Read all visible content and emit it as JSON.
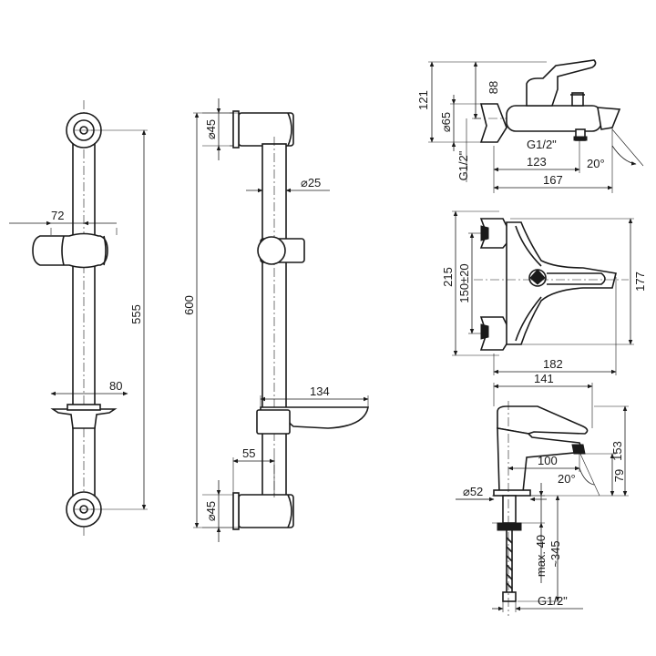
{
  "drawings": {
    "rail_front": {
      "width_72": "72",
      "soap_80": "80",
      "length_555": "555"
    },
    "rail_side": {
      "dia_45_top": "⌀45",
      "dia_25": "⌀25",
      "length_600": "600",
      "soap_134": "134",
      "offset_55": "55",
      "dia_45_bottom": "⌀45"
    },
    "bath_mixer_side": {
      "h_121": "121",
      "h_88": "88",
      "dia_65": "⌀65",
      "thread_g12_left": "G1/2\"",
      "thread_g12_right": "G1/2\"",
      "len_123": "123",
      "angle_20": "20°",
      "len_167": "167"
    },
    "bath_mixer_top": {
      "h_215": "215",
      "centers": "150±20",
      "h_177": "177",
      "len_182": "182"
    },
    "basin_mixer": {
      "len_141": "141",
      "reach_100": "100",
      "angle_20": "20°",
      "h_153": "153",
      "h_79": "79",
      "dia_52": "⌀52",
      "max_40": "max. 40",
      "hose_345": "~345",
      "thread_g12": "G1/2\""
    }
  }
}
